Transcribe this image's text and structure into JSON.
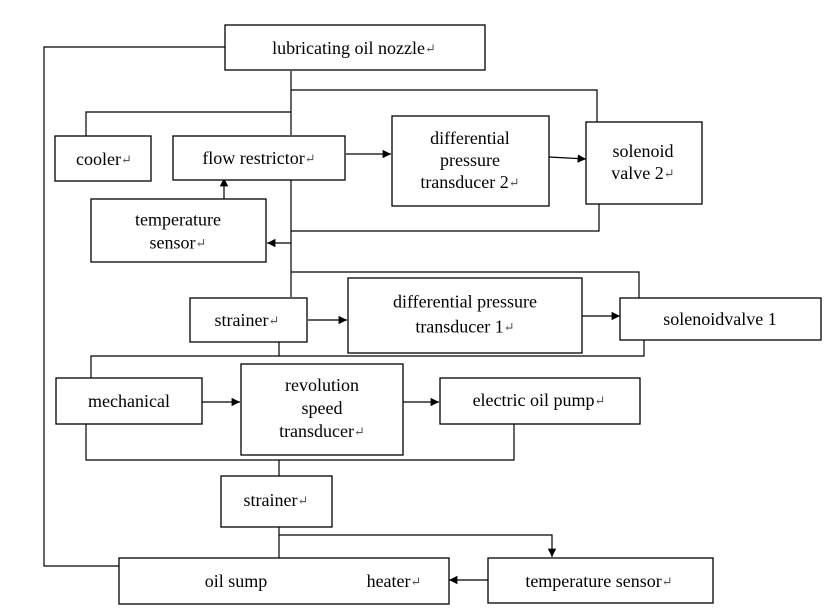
{
  "paragraph_mark": "↵",
  "nodes": {
    "lubricating_oil_nozzle": {
      "lines": [
        "lubricating oil nozzle"
      ],
      "mark": true
    },
    "cooler": {
      "lines": [
        "cooler"
      ],
      "mark": true
    },
    "flow_restrictor": {
      "lines": [
        "flow restrictor"
      ],
      "mark": true
    },
    "diff_pressure_transducer_2": {
      "lines": [
        "differential",
        "pressure",
        "transducer 2"
      ],
      "mark": true
    },
    "solenoid_valve_2": {
      "lines": [
        "solenoid",
        "valve 2"
      ],
      "mark": true
    },
    "temperature_sensor_top": {
      "lines": [
        "temperature",
        "sensor"
      ],
      "mark": true
    },
    "strainer_top": {
      "lines": [
        "strainer"
      ],
      "mark": true
    },
    "diff_pressure_transducer_1": {
      "lines": [
        "differential pressure",
        "transducer 1"
      ],
      "mark": true
    },
    "solenoid_valve_1": {
      "lines": [
        "solenoidvalve 1"
      ],
      "mark": false
    },
    "mechanical": {
      "lines": [
        "mechanical"
      ],
      "mark": false
    },
    "revolution_speed_transducer": {
      "lines": [
        "revolution",
        "speed",
        "transducer"
      ],
      "mark": true
    },
    "electric_oil_pump": {
      "lines": [
        "electric oil pump"
      ],
      "mark": true
    },
    "strainer_bottom": {
      "lines": [
        "strainer"
      ],
      "mark": true
    },
    "oil_sump": {
      "lines": [
        "oil sump"
      ],
      "mark": false
    },
    "heater": {
      "lines": [
        "heater"
      ],
      "mark": true
    },
    "temperature_sensor_bottom": {
      "lines": [
        "temperature sensor"
      ],
      "mark": true
    }
  }
}
